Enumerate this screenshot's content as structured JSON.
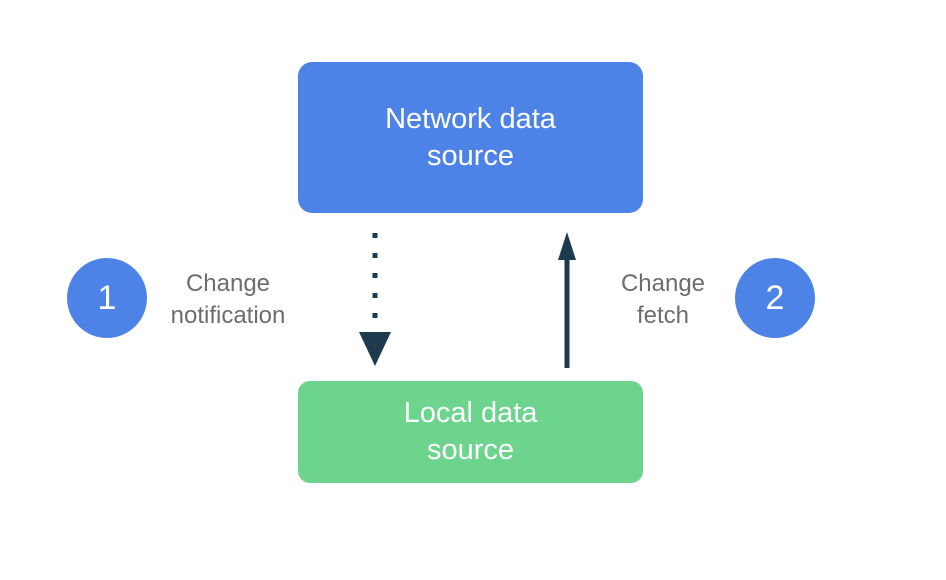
{
  "diagram": {
    "network_box": {
      "label": "Network data source",
      "lines": [
        "Network data",
        "source"
      ]
    },
    "local_box": {
      "label": "Local data source",
      "lines": [
        "Local data",
        "source"
      ]
    },
    "step1": {
      "number": "1",
      "label": "Change notification",
      "lines": [
        "Change",
        "notification"
      ],
      "arrow": "dotted-down-arrow"
    },
    "step2": {
      "number": "2",
      "label": "Change fetch",
      "lines": [
        "Change",
        "fetch"
      ],
      "arrow": "solid-up-arrow"
    },
    "colors": {
      "blue": "#4D82E6",
      "green": "#6CD48C",
      "arrow_dark": "#1D3A4E",
      "label_gray": "#6D6D6D",
      "background": "#FFFFFF"
    }
  }
}
